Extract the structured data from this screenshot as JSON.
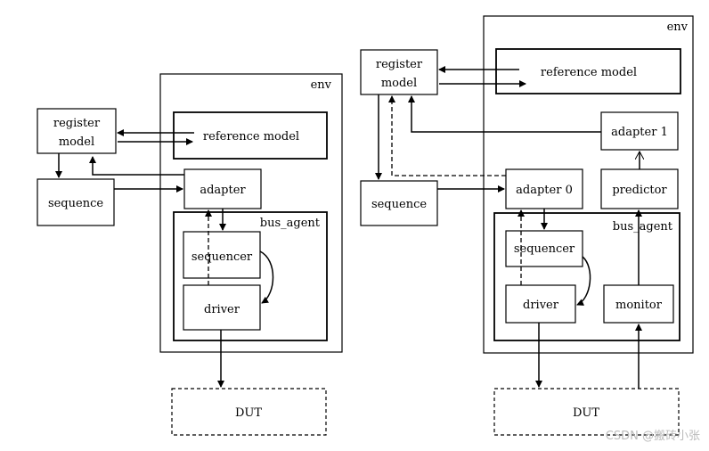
{
  "left": {
    "env": "env",
    "register_model": [
      "register",
      "model"
    ],
    "reference_model": "reference model",
    "sequence": "sequence",
    "adapter": "adapter",
    "bus_agent": "bus_agent",
    "sequencer": "sequencer",
    "driver": "driver",
    "dut": "DUT"
  },
  "right": {
    "env": "env",
    "register_model": [
      "register",
      "model"
    ],
    "reference_model": "reference model",
    "adapter_1": "adapter 1",
    "sequence": "sequence",
    "adapter_0": "adapter 0",
    "predictor": "predictor",
    "bus_agent": "bus_agent",
    "sequencer": "sequencer",
    "driver": "driver",
    "monitor": "monitor",
    "dut": "DUT"
  },
  "watermark": "CSDN @搬砖小张"
}
